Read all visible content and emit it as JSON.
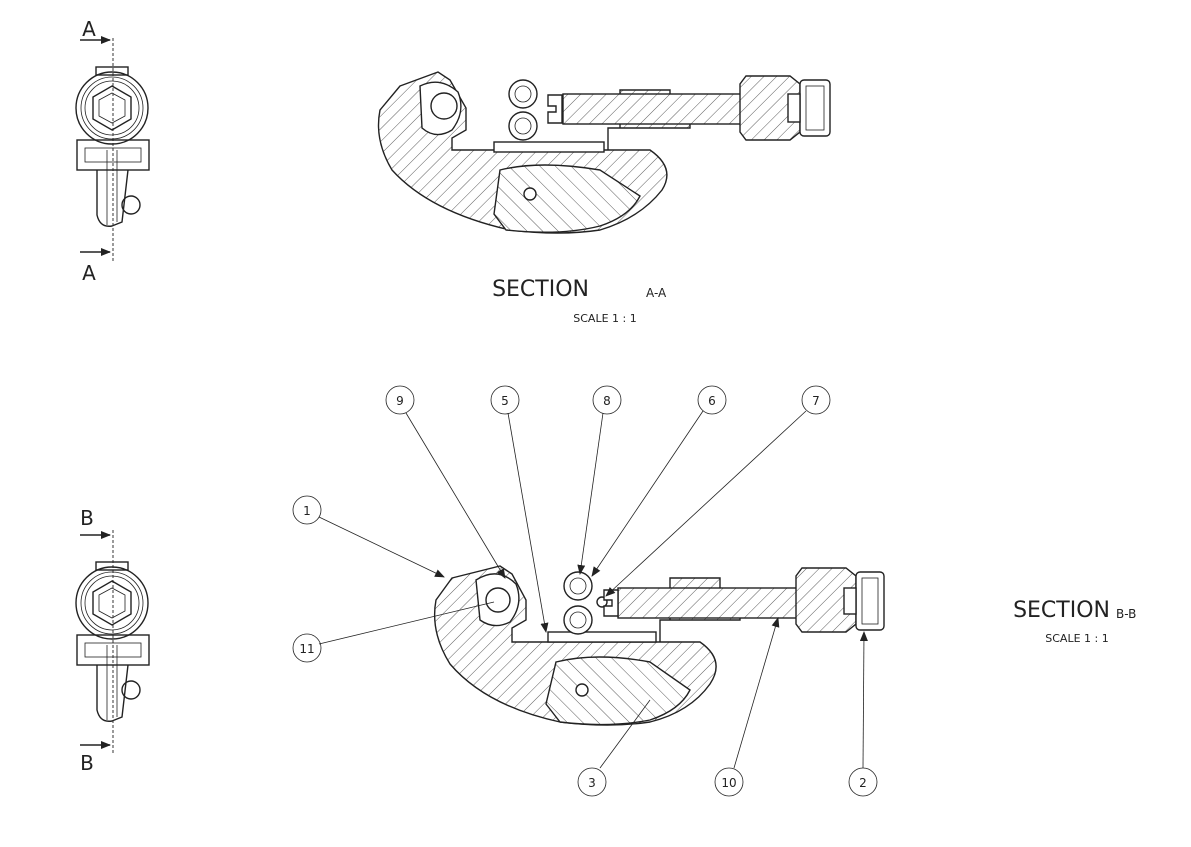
{
  "views": {
    "section_a": {
      "letter_top": "A",
      "letter_bottom": "A",
      "title": "SECTION",
      "title_suffix": "A-A",
      "scale": "SCALE 1 : 1"
    },
    "section_b": {
      "letter_top": "B",
      "letter_bottom": "B",
      "title": "SECTION",
      "title_suffix": "B-B",
      "scale": "SCALE 1 : 1"
    }
  },
  "balloons": {
    "b1": "1",
    "b2": "2",
    "b3": "3",
    "b5": "5",
    "b6": "6",
    "b7": "7",
    "b8": "8",
    "b9": "9",
    "b10": "10",
    "b11": "11"
  }
}
